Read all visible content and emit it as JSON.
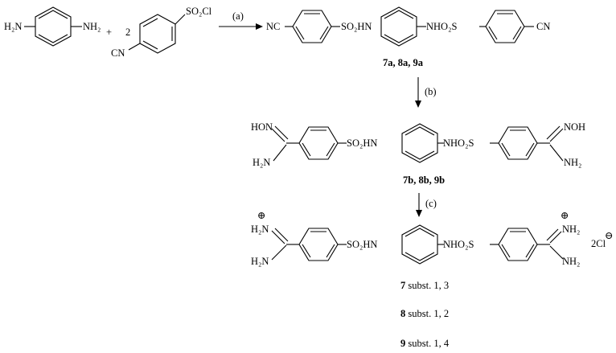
{
  "reactant_amine": {
    "left_group": "H₂N",
    "right_group": "NH₂"
  },
  "plus_sign": "+",
  "coefficient": "2",
  "reactant_sulfonyl": {
    "top_group": "SO₂Cl",
    "bottom_group": "CN"
  },
  "arrows": {
    "a": "(a)",
    "b": "(b)",
    "c": "(c)"
  },
  "product_a": {
    "left_end": "NC",
    "left_link": "SO₂HN",
    "right_link": "NHO₂S",
    "right_end": "CN",
    "label": [
      {
        "num": "7a",
        "sep": ", "
      },
      {
        "num": "8a",
        "sep": ", "
      },
      {
        "num": "9a",
        "sep": ""
      }
    ]
  },
  "product_b": {
    "left_top": "HON",
    "left_bottom": "H₂N",
    "left_link": "SO₂HN",
    "right_link": "NHO₂S",
    "right_top": "NOH",
    "right_bottom": "NH₂",
    "label": [
      {
        "num": "7b",
        "sep": ", "
      },
      {
        "num": "8b",
        "sep": ", "
      },
      {
        "num": "9b",
        "sep": ""
      }
    ]
  },
  "product_c": {
    "left_top": "H₂N",
    "left_bottom": "H₂N",
    "left_link": "SO₂HN",
    "right_link": "NHO₂S",
    "right_top": "NH₂",
    "right_bottom": "NH₂",
    "counterion": "2Cl",
    "plus_charge": "⊕",
    "minus_charge": "⊖"
  },
  "substitutions": [
    {
      "compound": "7",
      "text": " subst. 1, 3"
    },
    {
      "compound": "8",
      "text": " subst. 1, 2"
    },
    {
      "compound": "9",
      "text": " subst. 1, 4"
    }
  ]
}
